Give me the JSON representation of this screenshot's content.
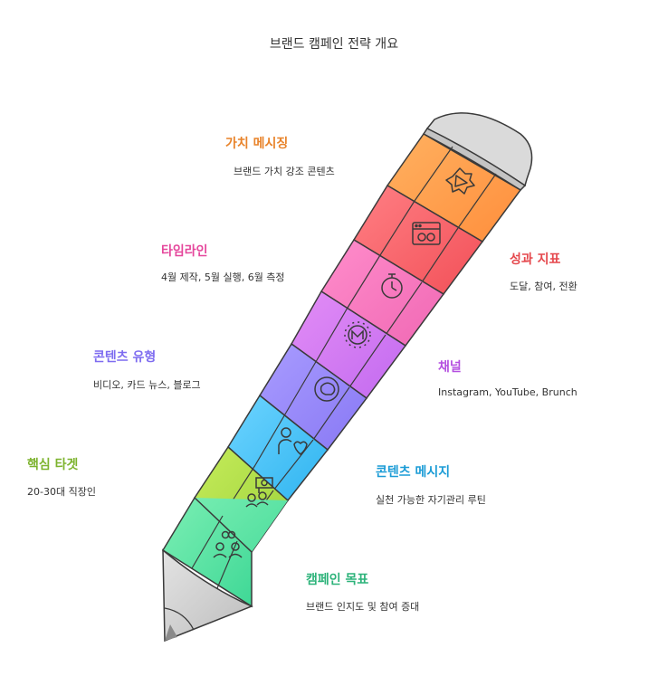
{
  "title": "브랜드 캠페인 전략 개요",
  "items": [
    {
      "label": "가치 메시징",
      "desc": "브랜드 가치 강조 콘텐츠",
      "color": "#E8832A",
      "icon": "megaphone-icon"
    },
    {
      "label": "성과 지표",
      "desc": "도달, 참여, 전환",
      "color": "#E5484D",
      "icon": "browser-link-icon"
    },
    {
      "label": "타임라인",
      "desc": "4월 제작, 5월 실행, 6월 측정",
      "color": "#E5479C",
      "icon": "stopwatch-icon"
    },
    {
      "label": "채널",
      "desc": "Instagram, YouTube, Brunch",
      "color": "#B44FE0",
      "icon": "badge-m-icon"
    },
    {
      "label": "콘텐츠 유형",
      "desc": "비디오, 카드 뉴스, 블로그",
      "color": "#7E6CF0",
      "icon": "chat-bubble-icon"
    },
    {
      "label": "콘텐츠 메시지",
      "desc": "실천 가능한 자기관리 루틴",
      "color": "#1C9CD6",
      "icon": "person-heart-icon"
    },
    {
      "label": "핵심 타겟",
      "desc": "20-30대 직장인",
      "color": "#7DB32E",
      "icon": "target-people-icon"
    },
    {
      "label": "캠페인 목표",
      "desc": "브랜드 인지도 및 참여 증대",
      "color": "#2DB37A",
      "icon": "group-link-icon"
    }
  ]
}
